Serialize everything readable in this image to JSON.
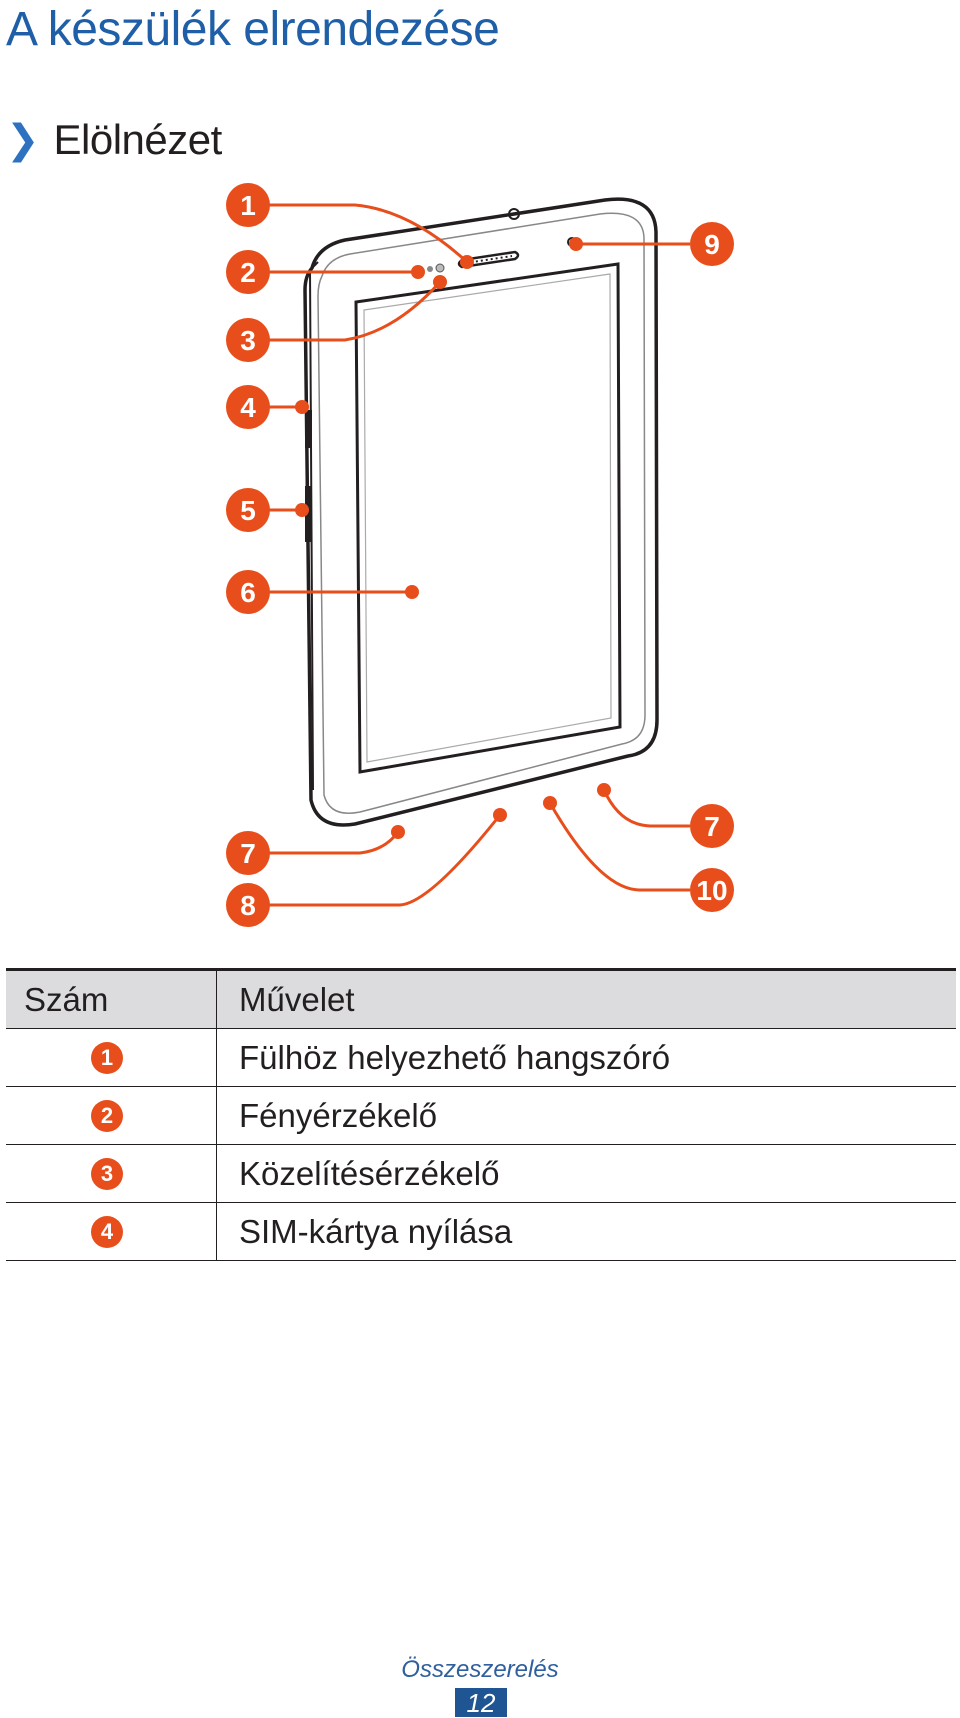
{
  "page": {
    "title": "A készülék elrendezése",
    "section_title": "Elölnézet",
    "section_icon": "chevron-right-icon"
  },
  "diagram": {
    "callout_color": "#e84e1b",
    "callouts": [
      "1",
      "2",
      "3",
      "4",
      "5",
      "6",
      "7",
      "8",
      "9",
      "7",
      "10"
    ]
  },
  "table": {
    "headers": [
      "Szám",
      "Művelet"
    ],
    "rows": [
      {
        "num": "1",
        "desc": "Fülhöz helyezhető hangszóró"
      },
      {
        "num": "2",
        "desc": "Fényérzékelő"
      },
      {
        "num": "3",
        "desc": "Közelítésérzékelő"
      },
      {
        "num": "4",
        "desc": "SIM-kártya nyílása"
      }
    ]
  },
  "footer": {
    "section": "Összeszerelés",
    "page_number": "12"
  }
}
